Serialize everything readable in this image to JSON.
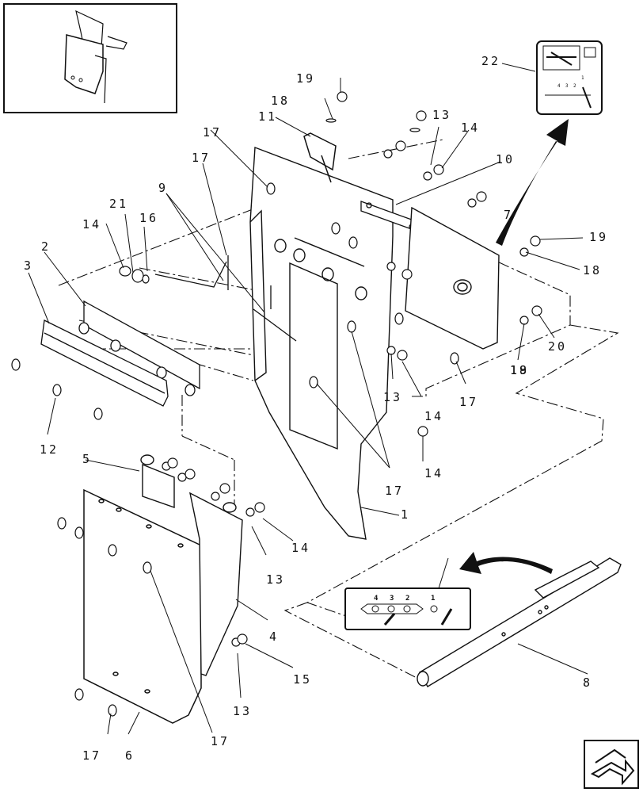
{
  "callouts": [
    "1",
    "2",
    "3",
    "4",
    "5",
    "6",
    "7",
    "8",
    "9",
    "10",
    "11",
    "12",
    "13",
    "13",
    "13",
    "13",
    "14",
    "14",
    "14",
    "14",
    "14",
    "15",
    "16",
    "17",
    "17",
    "17",
    "17",
    "17",
    "17",
    "18",
    "18",
    "18",
    "19",
    "19",
    "19",
    "20",
    "21",
    "22"
  ],
  "decal_small": {
    "positions": [
      "4",
      "3",
      "2",
      "1"
    ]
  },
  "decal_top": {
    "positions": [
      "4",
      "3",
      "2",
      "1"
    ]
  },
  "nav": {
    "icon": "return-arrow-icon"
  }
}
